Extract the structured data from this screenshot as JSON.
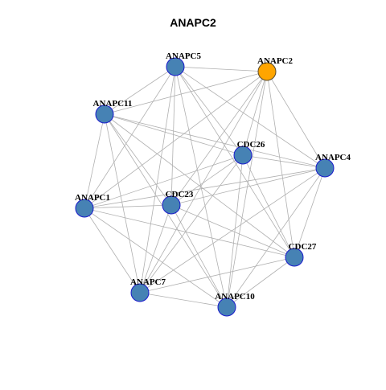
{
  "title": "ANAPC2",
  "colors": {
    "edge": "#b0b0b0",
    "node_fill": "#4682b4",
    "node_stroke": "#1a1acc",
    "highlight_fill": "#ffa500",
    "background": "#ffffff"
  },
  "network": {
    "highlighted_node": "ANAPC2",
    "nodes": [
      "ANAPC5",
      "ANAPC2",
      "ANAPC11",
      "CDC26",
      "ANAPC4",
      "ANAPC1",
      "CDC23",
      "CDC27",
      "ANAPC7",
      "ANAPC10"
    ],
    "edges": [
      [
        "ANAPC5",
        "ANAPC2"
      ],
      [
        "ANAPC5",
        "ANAPC11"
      ],
      [
        "ANAPC5",
        "CDC26"
      ],
      [
        "ANAPC5",
        "ANAPC4"
      ],
      [
        "ANAPC5",
        "ANAPC1"
      ],
      [
        "ANAPC5",
        "CDC23"
      ],
      [
        "ANAPC5",
        "CDC27"
      ],
      [
        "ANAPC5",
        "ANAPC10"
      ],
      [
        "ANAPC5",
        "ANAPC7"
      ],
      [
        "ANAPC2",
        "ANAPC11"
      ],
      [
        "ANAPC2",
        "CDC26"
      ],
      [
        "ANAPC2",
        "ANAPC4"
      ],
      [
        "ANAPC2",
        "CDC23"
      ],
      [
        "ANAPC2",
        "CDC27"
      ],
      [
        "ANAPC2",
        "ANAPC7"
      ],
      [
        "ANAPC2",
        "ANAPC10"
      ],
      [
        "ANAPC2",
        "ANAPC1"
      ],
      [
        "ANAPC11",
        "CDC26"
      ],
      [
        "ANAPC11",
        "ANAPC4"
      ],
      [
        "ANAPC11",
        "ANAPC1"
      ],
      [
        "ANAPC11",
        "CDC23"
      ],
      [
        "ANAPC11",
        "CDC27"
      ],
      [
        "ANAPC11",
        "ANAPC7"
      ],
      [
        "ANAPC11",
        "ANAPC10"
      ],
      [
        "CDC26",
        "ANAPC4"
      ],
      [
        "CDC26",
        "ANAPC1"
      ],
      [
        "CDC26",
        "CDC23"
      ],
      [
        "CDC26",
        "CDC27"
      ],
      [
        "CDC26",
        "ANAPC7"
      ],
      [
        "CDC26",
        "ANAPC10"
      ],
      [
        "ANAPC4",
        "ANAPC1"
      ],
      [
        "ANAPC4",
        "CDC23"
      ],
      [
        "ANAPC4",
        "CDC27"
      ],
      [
        "ANAPC4",
        "ANAPC7"
      ],
      [
        "ANAPC4",
        "ANAPC10"
      ],
      [
        "ANAPC1",
        "CDC23"
      ],
      [
        "ANAPC1",
        "CDC27"
      ],
      [
        "ANAPC1",
        "ANAPC7"
      ],
      [
        "ANAPC1",
        "ANAPC10"
      ],
      [
        "CDC23",
        "CDC27"
      ],
      [
        "CDC23",
        "ANAPC7"
      ],
      [
        "CDC23",
        "ANAPC10"
      ],
      [
        "CDC27",
        "ANAPC7"
      ],
      [
        "CDC27",
        "ANAPC10"
      ],
      [
        "ANAPC7",
        "ANAPC10"
      ]
    ]
  }
}
